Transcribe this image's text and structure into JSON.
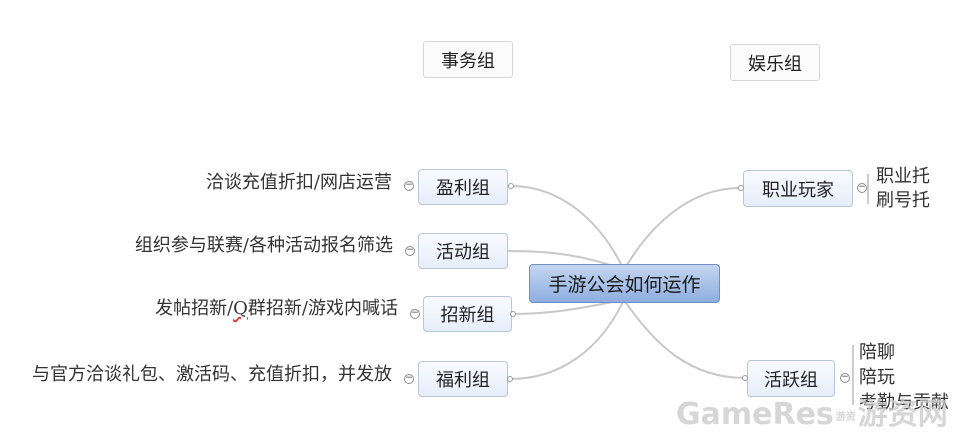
{
  "center": {
    "label": "手游公会如何运作"
  },
  "detached": [
    {
      "id": "affairs",
      "label": "事务组"
    },
    {
      "id": "entertainment",
      "label": "娱乐组"
    }
  ],
  "left_branches": [
    {
      "id": "profit",
      "label": "盈利组",
      "leaf": "洽谈充值折扣/网店运营"
    },
    {
      "id": "events",
      "label": "活动组",
      "leaf": "组织参与联赛/各种活动报名筛选"
    },
    {
      "id": "recruit",
      "label": "招新组",
      "leaf_parts": [
        "发帖招新/",
        "Q",
        "群招新/游戏内喊话"
      ]
    },
    {
      "id": "welfare",
      "label": "福利组",
      "leaf": "与官方洽谈礼包、激活码、充值折扣，并发放"
    }
  ],
  "right_branches": [
    {
      "id": "pro",
      "label": "职业玩家",
      "leaves": [
        "职业托",
        "刷号托"
      ]
    },
    {
      "id": "active",
      "label": "活跃组",
      "leaves": [
        "陪聊",
        "陪玩",
        "考勤与贡献"
      ]
    }
  ],
  "collapse_symbol": "−",
  "watermark": {
    "main": "GameRes",
    "small": "游资",
    "tail": "游资网"
  },
  "colors": {
    "center_fill": "#8eaedf",
    "node_border": "#b9c6d8",
    "connector": "#c8c8c8"
  }
}
